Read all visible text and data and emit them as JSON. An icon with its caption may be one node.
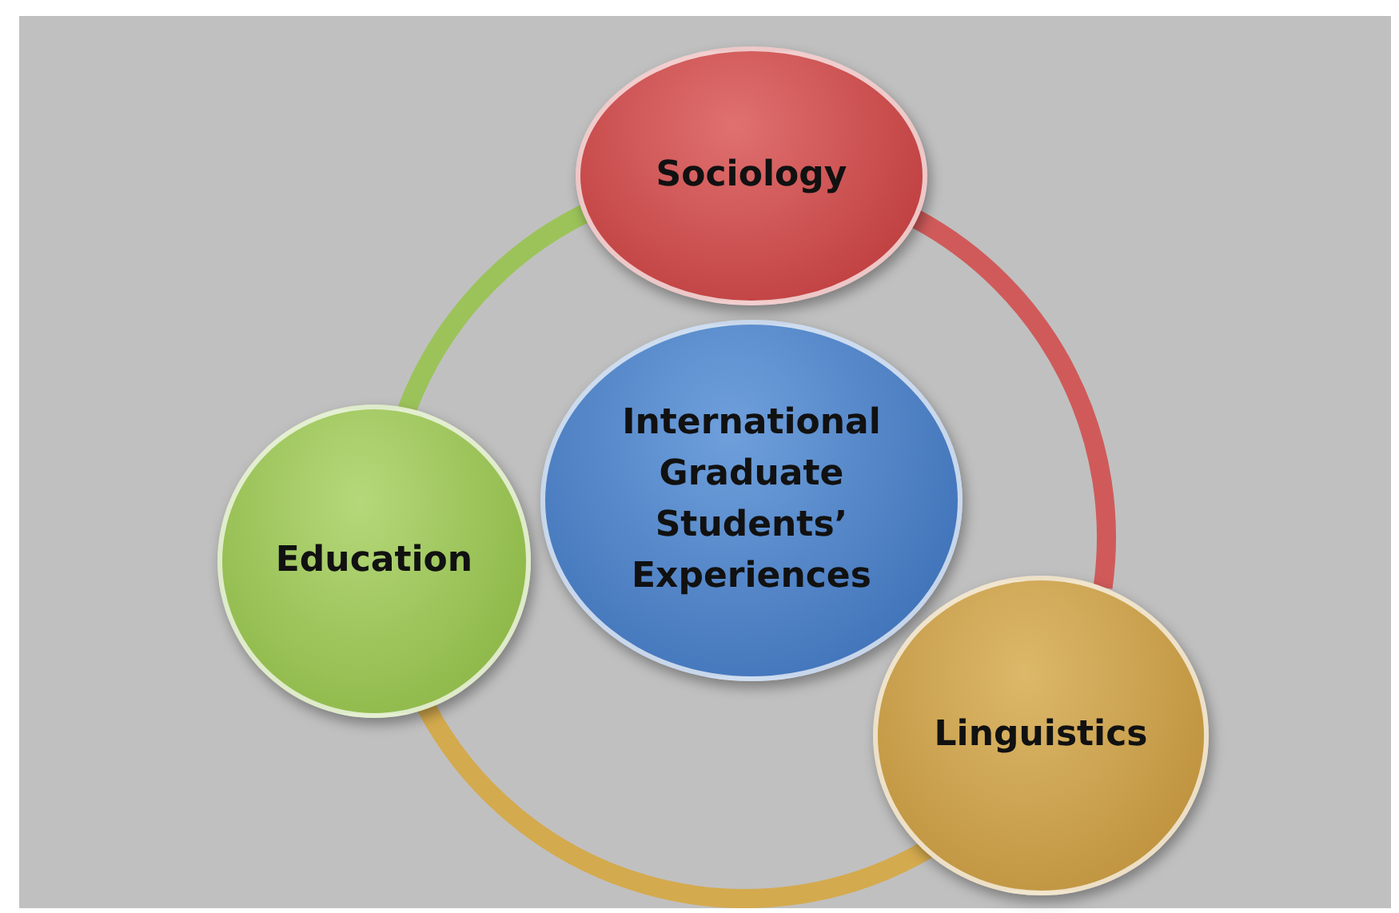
{
  "diagram": {
    "nodes": [
      {
        "text": [
          "Sociology"
        ]
      },
      {
        "text": [
          "International Graduate Students’ Experiences"
        ]
      },
      {
        "text": [
          "Education"
        ]
      },
      {
        "text": [
          "Linguistics"
        ]
      }
    ],
    "edges": [
      {
        "from": 0,
        "to": 3,
        "arrow": "none",
        "color": "#d05a5a"
      },
      {
        "from": 3,
        "to": 2,
        "arrow": "none",
        "color": "#d4aa4e"
      },
      {
        "from": 2,
        "to": 0,
        "arrow": "none",
        "color": "#9cc35a"
      }
    ]
  }
}
